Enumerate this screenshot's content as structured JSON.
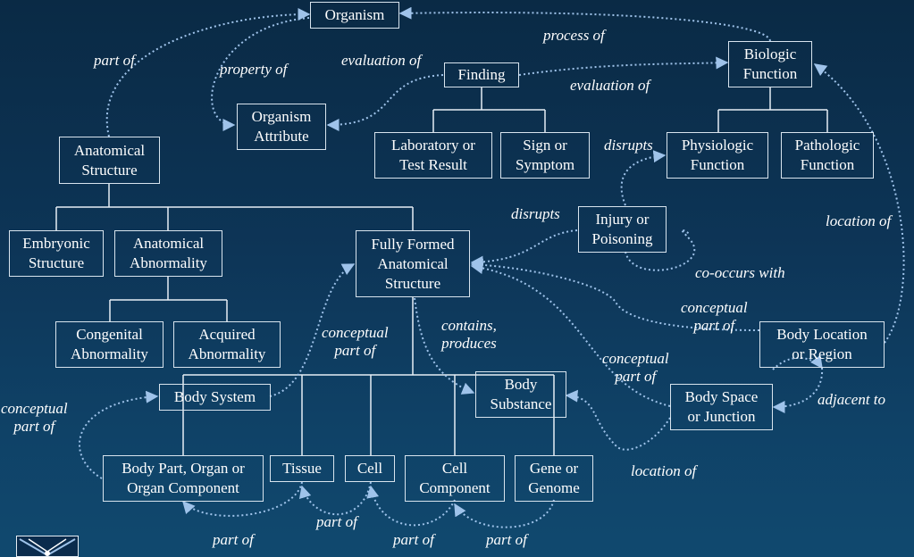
{
  "nodes": {
    "organism": "Organism",
    "biologic_function": "Biologic\nFunction",
    "finding": "Finding",
    "organism_attribute": "Organism\nAttribute",
    "anatomical_structure": "Anatomical\nStructure",
    "laboratory_result": "Laboratory  or\nTest Result",
    "sign_symptom": "Sign or\nSymptom",
    "physiologic_function": "Physiologic\nFunction",
    "pathologic_function": "Pathologic\nFunction",
    "injury_poisoning": "Injury or\nPoisoning",
    "embryonic_structure": "Embryonic\nStructure",
    "anatomical_abnormality": "Anatomical\nAbnormality",
    "fully_formed": "Fully Formed\nAnatomical\nStructure",
    "congenital_abnormality": "Congenital\nAbnormality",
    "acquired_abnormality": "Acquired\nAbnormality",
    "body_location": "Body Location\nor Region",
    "body_system": "Body System",
    "body_substance": "Body\nSubstance",
    "body_space": "Body Space\nor Junction",
    "body_part": "Body Part, Organ or\nOrgan Component",
    "tissue": "Tissue",
    "cell": "Cell",
    "cell_component": "Cell\nComponent",
    "gene_genome": "Gene or\nGenome"
  },
  "relations": {
    "process_of": "process of",
    "part_of_top": "part of",
    "property_of": "property of",
    "evaluation_of_left": "evaluation of",
    "evaluation_of_right": "evaluation of",
    "disrupts_upper": "disrupts",
    "disrupts_lower": "disrupts",
    "location_of_right": "location of",
    "co_occurs_with": "co-occurs with",
    "conceptual_part_of_location": "conceptual\npart of",
    "conceptual_part_of_center": "conceptual\npart of",
    "contains_produces": "contains,\nproduces",
    "conceptual_part_of_space": "conceptual\npart of",
    "conceptual_part_of_left": "conceptual\npart of",
    "adjacent_to": "adjacent to",
    "location_of_bottom": "location of",
    "part_of_b1": "part of",
    "part_of_b2": "part of",
    "part_of_b3": "part of",
    "part_of_b4": "part of"
  },
  "colors": {
    "background_top": "#0a2a45",
    "background_bottom": "#10496f",
    "box_border": "#d8e4ee",
    "tree_line": "#e6eef5",
    "relation_arrow": "#9fc3ea"
  },
  "icons": {
    "logo": "nlm-logo-icon"
  }
}
